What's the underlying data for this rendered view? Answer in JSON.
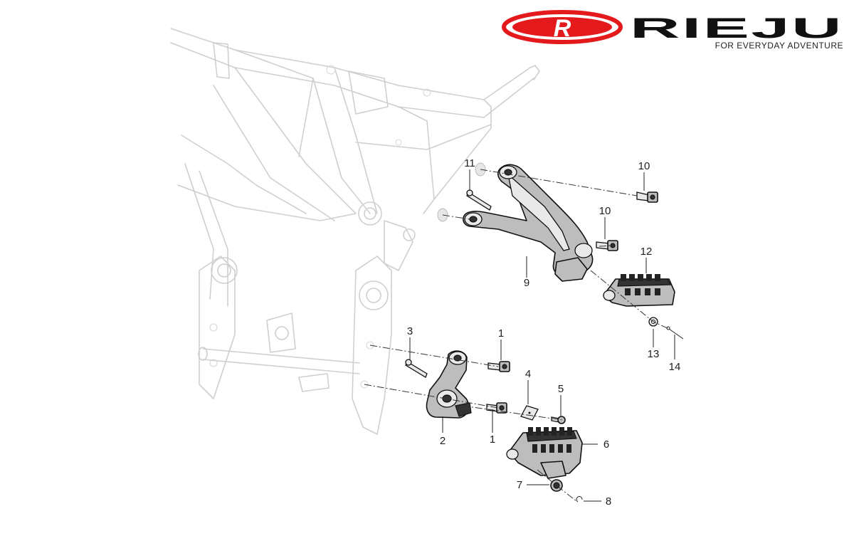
{
  "brand": {
    "logo_letter": "R",
    "wordmark": "RIEJU",
    "tagline": "FOR EVERYDAY ADVENTURE",
    "accent_color": "#e3191c"
  },
  "callouts": [
    {
      "id": "c11",
      "label": "11"
    },
    {
      "id": "c10a",
      "label": "10"
    },
    {
      "id": "c10b",
      "label": "10"
    },
    {
      "id": "c12",
      "label": "12"
    },
    {
      "id": "c9",
      "label": "9"
    },
    {
      "id": "c13",
      "label": "13"
    },
    {
      "id": "c14",
      "label": "14"
    },
    {
      "id": "c3",
      "label": "3"
    },
    {
      "id": "c1a",
      "label": "1"
    },
    {
      "id": "c4",
      "label": "4"
    },
    {
      "id": "c5",
      "label": "5"
    },
    {
      "id": "c2",
      "label": "2"
    },
    {
      "id": "c1b",
      "label": "1"
    },
    {
      "id": "c6",
      "label": "6"
    },
    {
      "id": "c7",
      "label": "7"
    },
    {
      "id": "c8",
      "label": "8"
    }
  ]
}
